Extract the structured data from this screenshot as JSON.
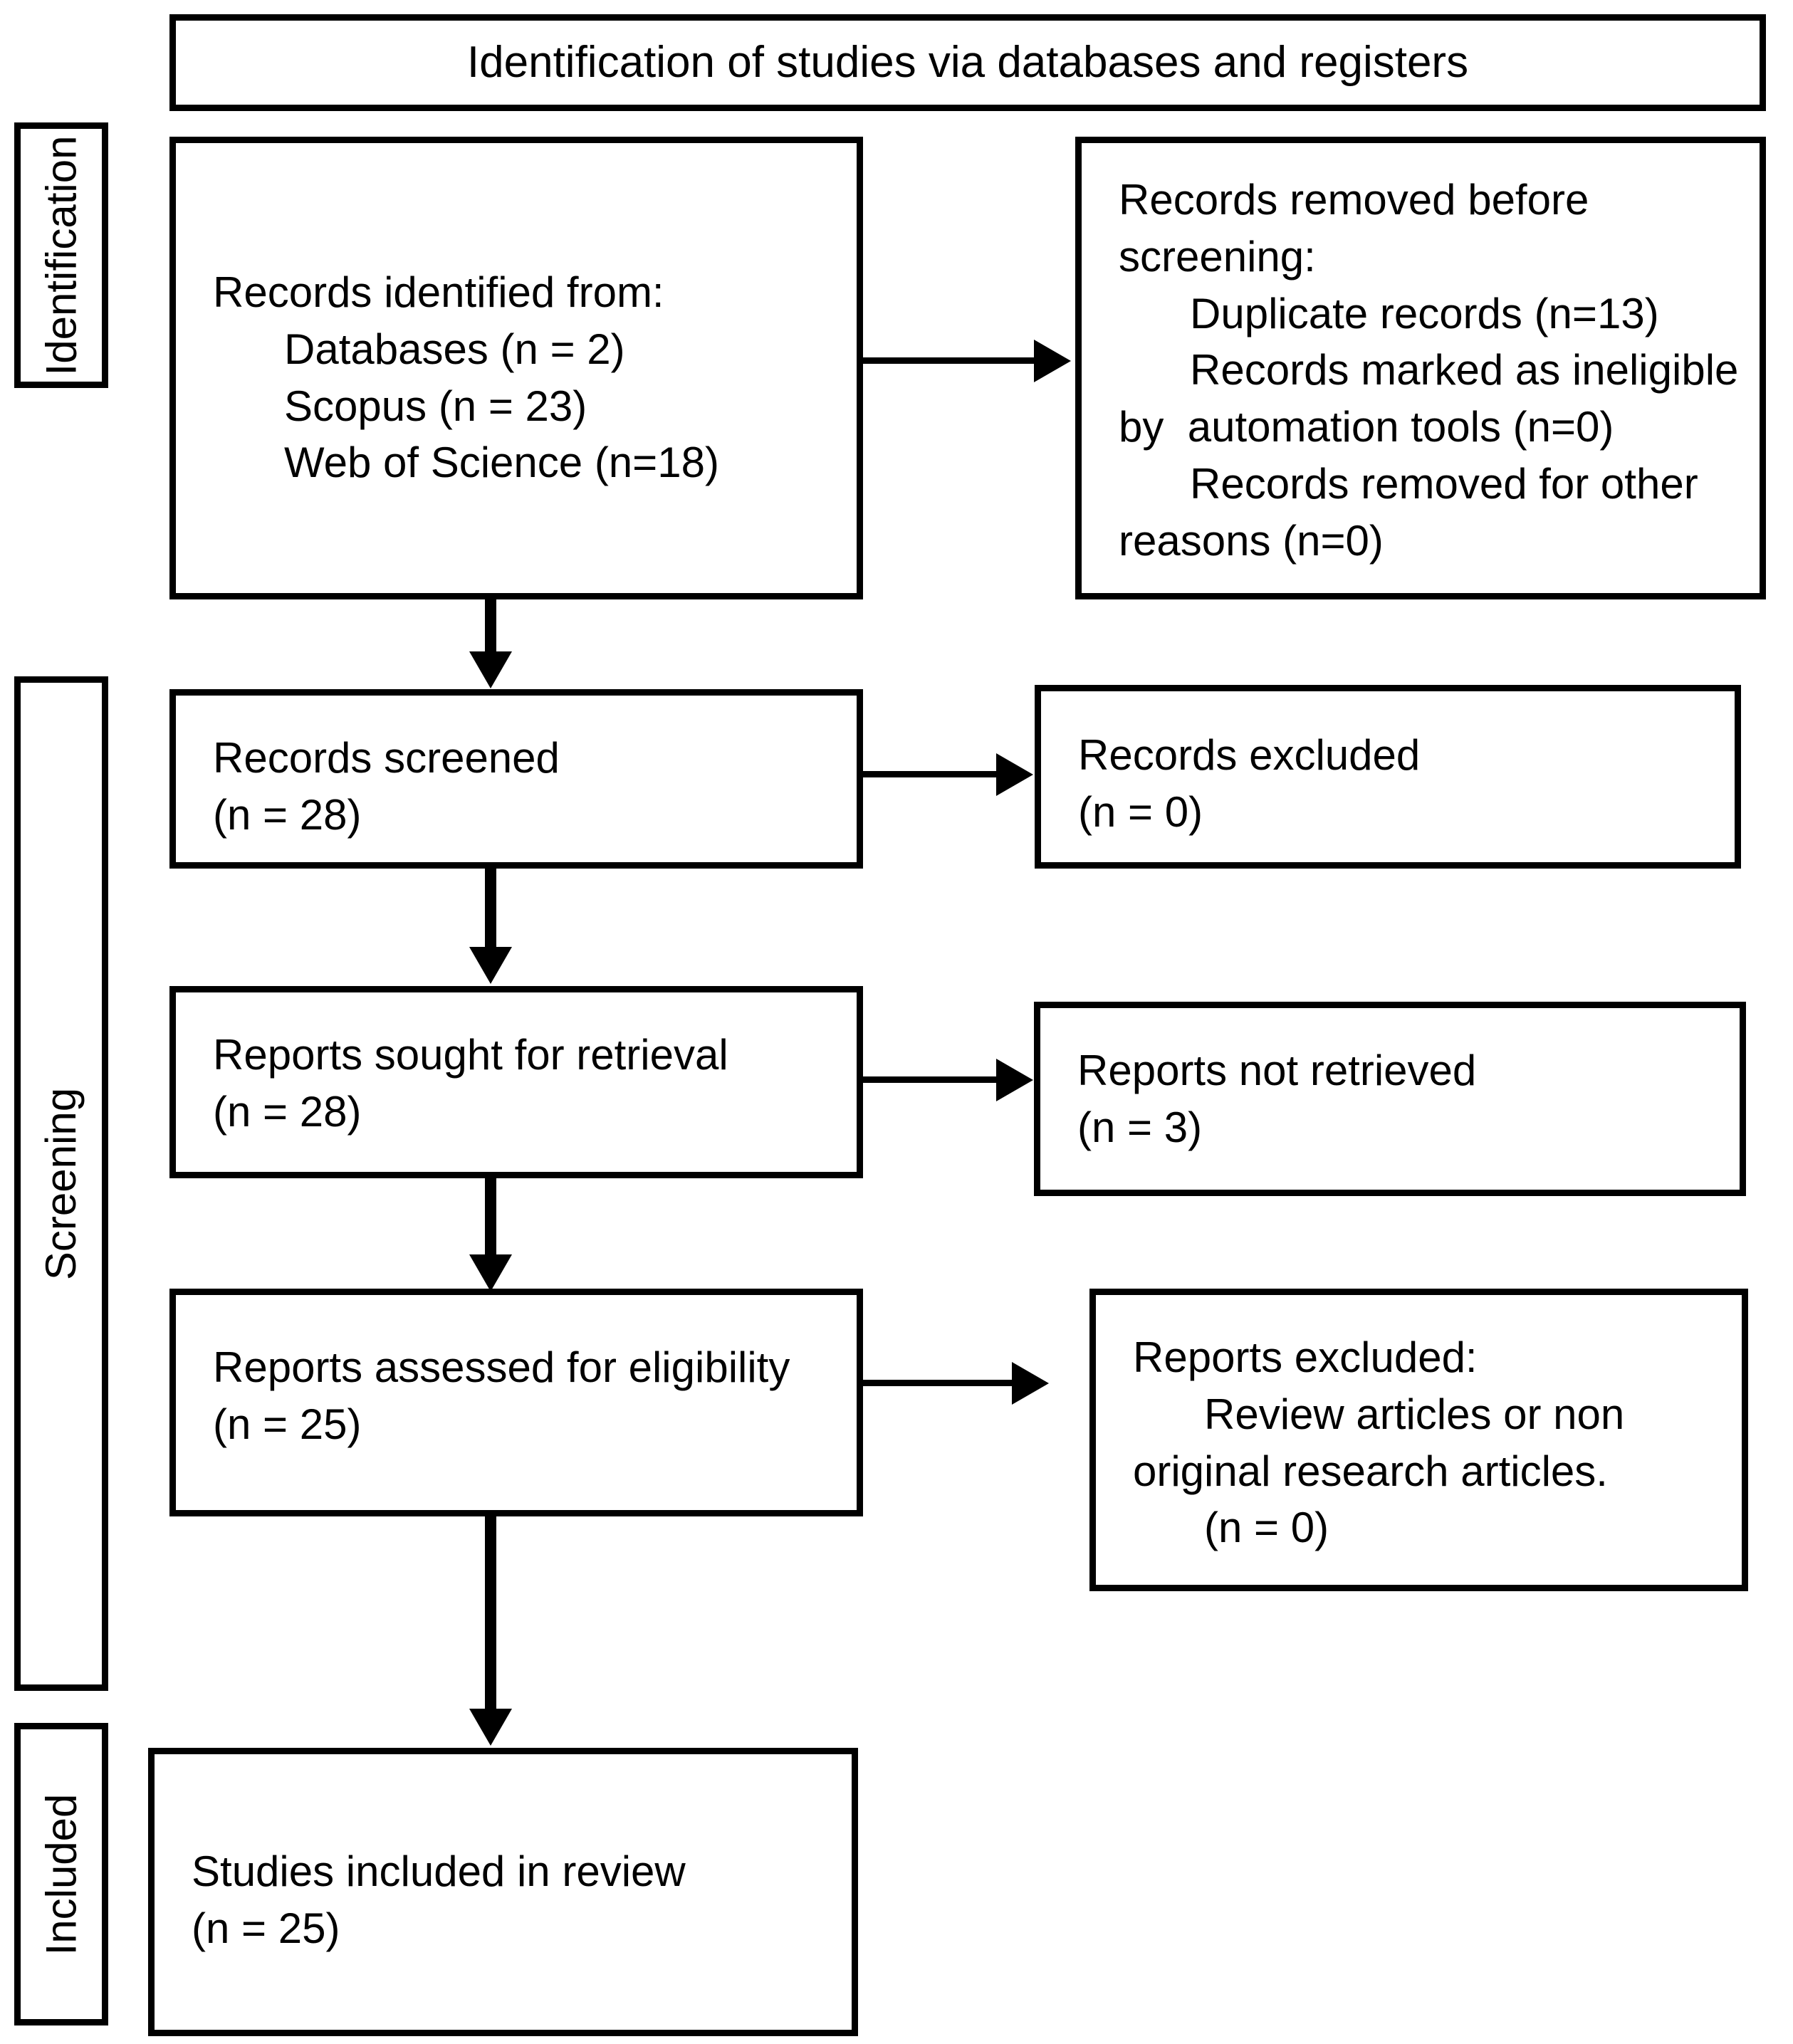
{
  "header": {
    "title": "Identification of studies via databases and registers"
  },
  "stages": [
    {
      "label": "Identification"
    },
    {
      "label": "Screening"
    },
    {
      "label": "Included"
    }
  ],
  "boxes": {
    "records_identified": "Records identified from:\n      Databases (n = 2)\n      Scopus (n = 23)\n      Web of Science (n=18)",
    "records_removed": "Records removed before screening:\n      Duplicate records (n=13)\n      Records marked as ineligible by  automation tools (n=0)\n      Records removed for other reasons (n=0)",
    "records_screened": "Records screened\n(n = 28)",
    "records_excluded": "Records excluded\n(n = 0)",
    "reports_sought": "Reports sought for retrieval\n(n = 28)",
    "reports_not_retrieved": "Reports not retrieved\n(n = 3)",
    "reports_assessed": "Reports assessed for eligibility\n(n = 25)",
    "reports_excluded": "Reports excluded:\n      Review articles or non original research articles.\n      (n = 0)",
    "studies_included": "Studies included in review\n(n = 25)"
  },
  "colors": {
    "border": "#000000",
    "background": "#ffffff",
    "text": "#000000"
  },
  "chart_data": {
    "type": "diagram",
    "title": "PRISMA flow diagram",
    "nodes": [
      {
        "id": "records_identified",
        "stage": "Identification",
        "column": "left",
        "counts": {
          "databases": 2,
          "scopus": 23,
          "web_of_science": 18
        }
      },
      {
        "id": "records_removed",
        "stage": "Identification",
        "column": "right",
        "counts": {
          "duplicate_records": 13,
          "ineligible_by_automation_tools": 0,
          "removed_other_reasons": 0
        }
      },
      {
        "id": "records_screened",
        "stage": "Screening",
        "column": "left",
        "counts": {
          "n": 28
        }
      },
      {
        "id": "records_excluded",
        "stage": "Screening",
        "column": "right",
        "counts": {
          "n": 0
        }
      },
      {
        "id": "reports_sought",
        "stage": "Screening",
        "column": "left",
        "counts": {
          "n": 28
        }
      },
      {
        "id": "reports_not_retrieved",
        "stage": "Screening",
        "column": "right",
        "counts": {
          "n": 3
        }
      },
      {
        "id": "reports_assessed",
        "stage": "Screening",
        "column": "left",
        "counts": {
          "n": 25
        }
      },
      {
        "id": "reports_excluded",
        "stage": "Screening",
        "column": "right",
        "counts": {
          "n": 0
        }
      },
      {
        "id": "studies_included",
        "stage": "Included",
        "column": "left",
        "counts": {
          "n": 25
        }
      }
    ],
    "edges": [
      {
        "from": "records_identified",
        "to": "records_removed",
        "direction": "right"
      },
      {
        "from": "records_identified",
        "to": "records_screened",
        "direction": "down"
      },
      {
        "from": "records_screened",
        "to": "records_excluded",
        "direction": "right"
      },
      {
        "from": "records_screened",
        "to": "reports_sought",
        "direction": "down"
      },
      {
        "from": "reports_sought",
        "to": "reports_not_retrieved",
        "direction": "right"
      },
      {
        "from": "reports_sought",
        "to": "reports_assessed",
        "direction": "down"
      },
      {
        "from": "reports_assessed",
        "to": "reports_excluded",
        "direction": "right"
      },
      {
        "from": "reports_assessed",
        "to": "studies_included",
        "direction": "down"
      }
    ]
  }
}
